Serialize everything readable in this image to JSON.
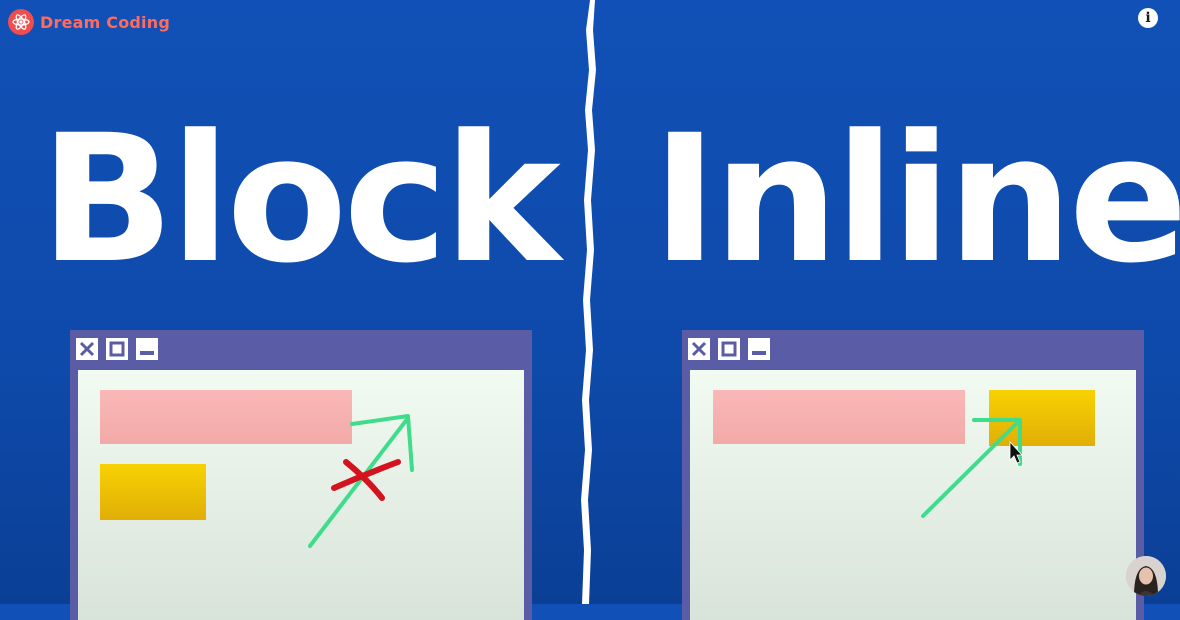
{
  "channel": {
    "name": "Dream Coding"
  },
  "info_button": {
    "label": "i"
  },
  "headline": {
    "left_word": "Block",
    "right_word": "Inline"
  },
  "colors": {
    "background": "#1150b6",
    "window_frame": "#5a5ca6",
    "pink": "#f7b3b3",
    "yellow": "#f2c500",
    "arrow_green": "#3fdc8c",
    "cross_red": "#d3141f",
    "brand": "#ff6b5e"
  },
  "icons": {
    "window_buttons": [
      "close-icon",
      "maximize-icon",
      "minimize-icon"
    ],
    "cursor": "mouse-pointer-icon",
    "cross": "red-x-icon"
  }
}
